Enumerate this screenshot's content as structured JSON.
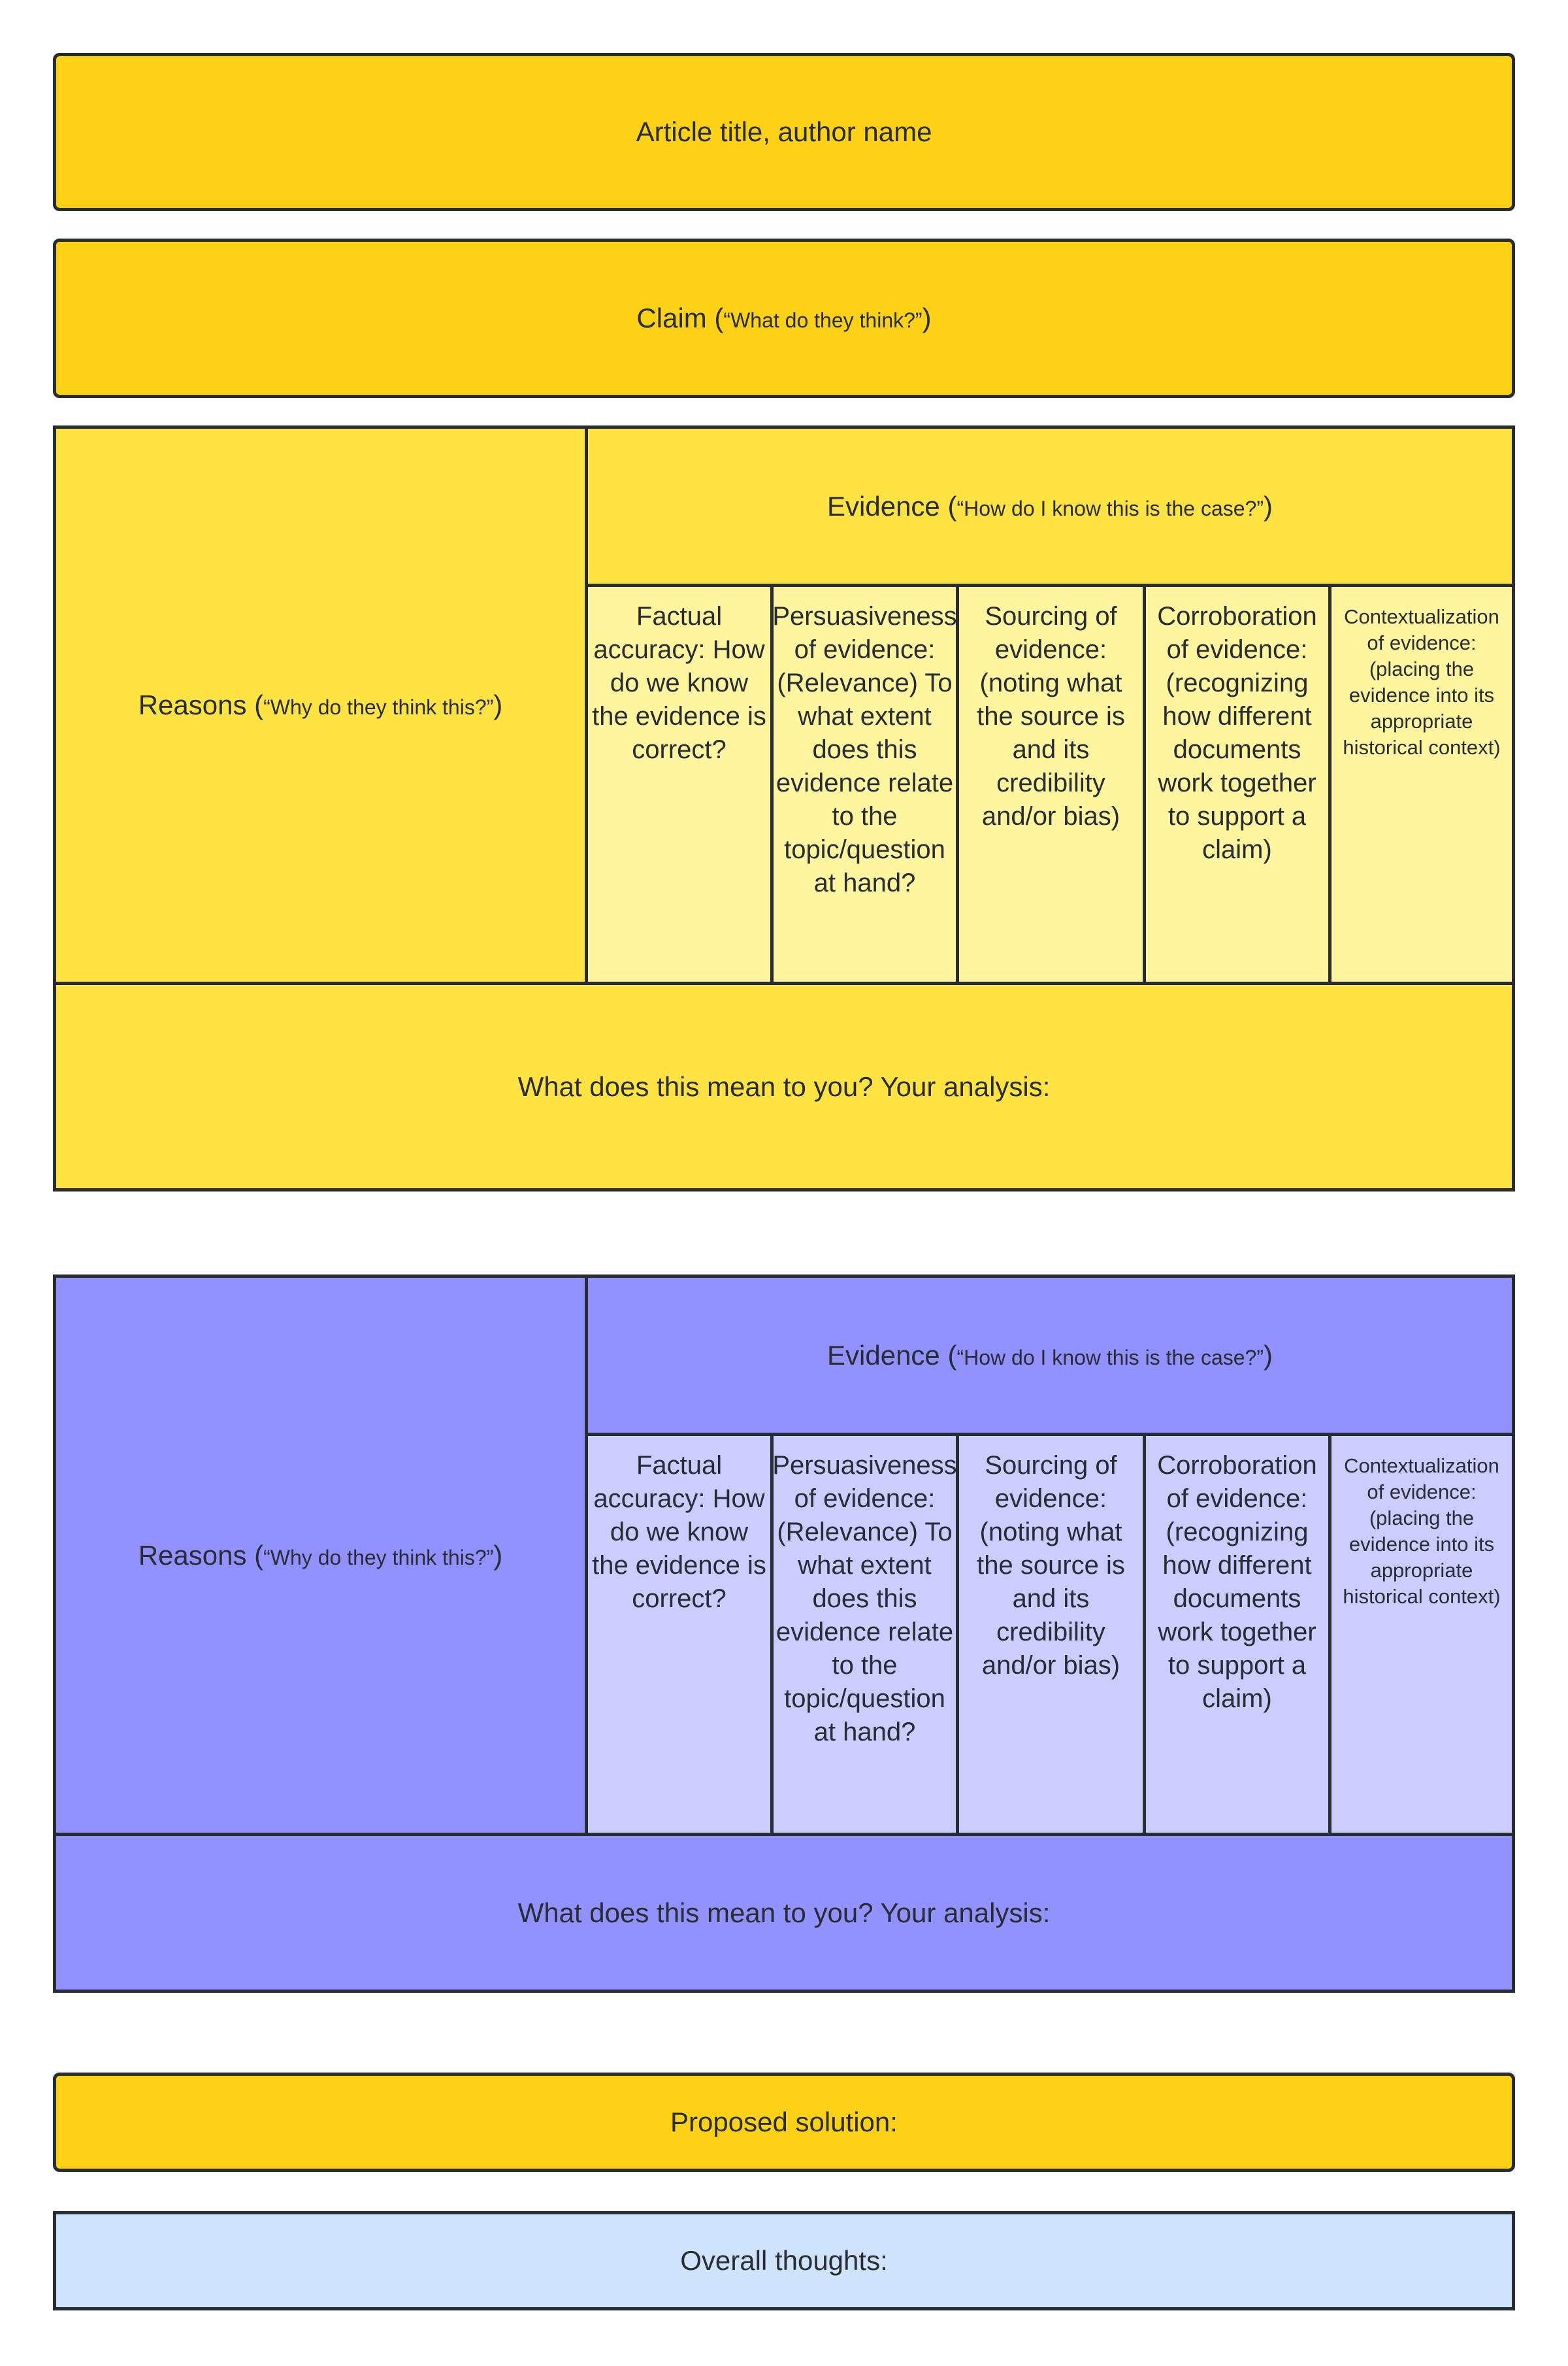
{
  "header": {
    "title": "Article title, author name"
  },
  "claim": {
    "label": "Claim (",
    "prompt": "“What do they think?”",
    "close": ")"
  },
  "sections": [
    {
      "reasons": {
        "label": "Reasons (",
        "prompt": "“Why do they think this?”",
        "close": ")"
      },
      "evidence": {
        "label": "Evidence (",
        "prompt": "“How do I know this is the case?”",
        "close": ")"
      },
      "columns": [
        "Factual accuracy: How do we know the evidence is correct?",
        "Persuasiveness of evidence: (Relevance) To what extent does this evidence relate to the topic/question at hand?",
        "Sourcing of evidence: (noting what the source is and its credibility and/or bias)",
        "Corroboration of evidence: (recognizing how different documents work together to support a claim)",
        "Contextualization of evidence: (placing the evidence into its appropriate historical context)"
      ],
      "analysis": "What does this mean to you?  Your analysis:"
    },
    {
      "reasons": {
        "label": "Reasons (",
        "prompt": "“Why do they think this?”",
        "close": ")"
      },
      "evidence": {
        "label": "Evidence (",
        "prompt": "“How do I know this is the case?”",
        "close": ")"
      },
      "columns": [
        "Factual accuracy: How do we know the evidence is correct?",
        "Persuasiveness of evidence: (Relevance) To what extent does this evidence relate to the topic/question at hand?",
        "Sourcing of evidence: (noting what the source is and its credibility and/or bias)",
        "Corroboration of evidence: (recognizing how different documents work together to support a claim)",
        "Contextualization of evidence: (placing the evidence into its appropriate historical context)"
      ],
      "analysis": "What does this mean to you?  Your analysis:"
    }
  ],
  "proposed_solution": "Proposed solution:",
  "overall_thoughts": "Overall thoughts:",
  "colors": {
    "gold": "#fcd116",
    "yellow": "#ffe343",
    "light_yellow": "#fff59e",
    "purple": "#9191ff",
    "light_purple": "#ccccff",
    "blue": "#cfe3fc",
    "border": "#282c33"
  }
}
